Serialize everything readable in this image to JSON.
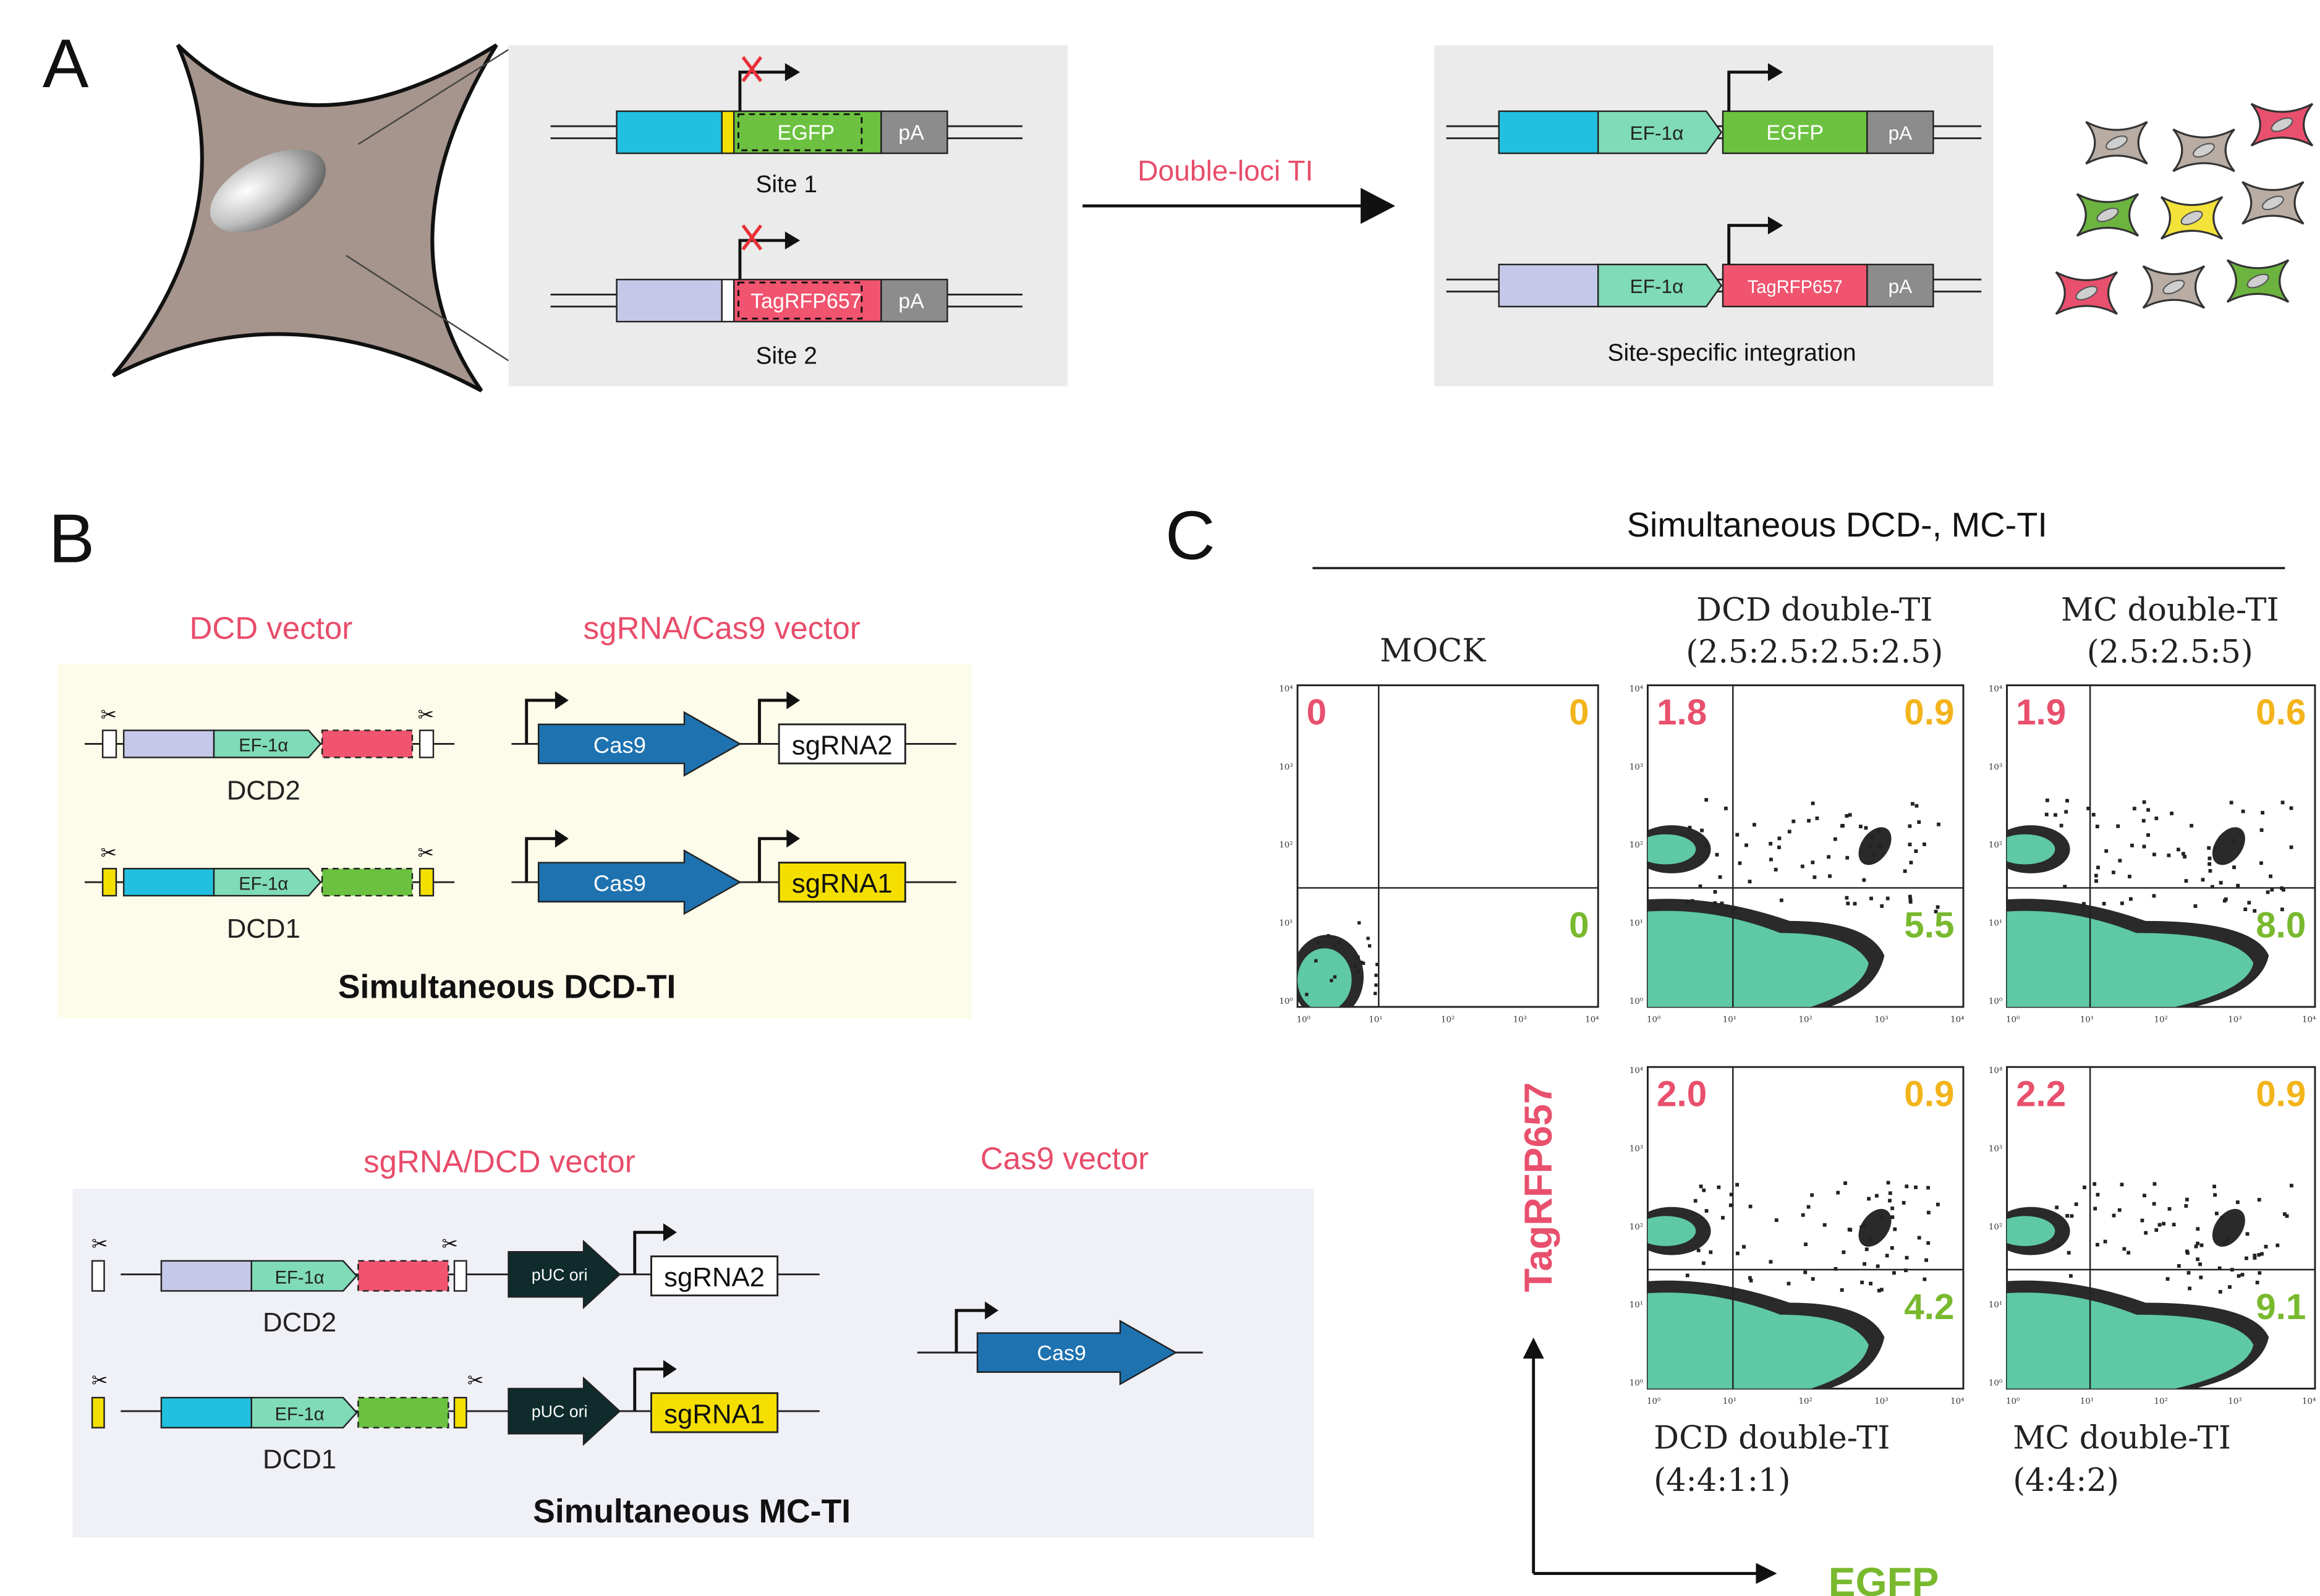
{
  "panel_labels": {
    "a": "A",
    "b": "B",
    "c": "C"
  },
  "panel_a": {
    "site1": {
      "egfp": "EGFP",
      "pa": "pA",
      "label": "Site 1"
    },
    "site2": {
      "reporter": "TagRFP657",
      "pa": "pA",
      "label": "Site 2"
    },
    "arrow_label": "Double-loci TI",
    "result": {
      "ef1a": "EF-1α",
      "egfp": "EGFP",
      "reporter": "TagRFP657",
      "pa": "pA",
      "caption": "Site-specific integration"
    }
  },
  "panel_b": {
    "top": {
      "dcd_vector_label": "DCD vector",
      "sgrna_cas9_vector_label": "sgRNA/Cas9 vector",
      "ef1a": "EF-1α",
      "dcd2": "DCD2",
      "dcd1": "DCD1",
      "cas9": "Cas9",
      "sgrna2": "sgRNA2",
      "sgrna1": "sgRNA1",
      "title": "Simultaneous DCD-TI"
    },
    "bottom": {
      "sgrna_dcd_vector_label": "sgRNA/DCD vector",
      "cas9_vector_label": "Cas9 vector",
      "ef1a": "EF-1α",
      "puc": "pUC ori",
      "dcd2": "DCD2",
      "dcd1": "DCD1",
      "sgrna2": "sgRNA2",
      "sgrna1": "sgRNA1",
      "cas9": "Cas9",
      "title": "Simultaneous MC-TI"
    }
  },
  "panel_c": {
    "header": "Simultaneous DCD-, MC-TI",
    "y_axis": "TagRFP657",
    "x_axis": "EGFP",
    "tick_labels": [
      "10⁰",
      "10¹",
      "10²",
      "10³",
      "10⁴"
    ],
    "quadrant_colors": {
      "ul": "#e8506d",
      "ur": "#f3b41b",
      "lr": "#79b92e"
    },
    "plots": [
      {
        "title": "MOCK",
        "subtitle": "",
        "ul": "0",
        "ur": "0",
        "lr": "0"
      },
      {
        "title": "DCD double-TI",
        "subtitle": "(2.5:2.5:2.5:2.5)",
        "ul": "1.8",
        "ur": "0.9",
        "lr": "5.5"
      },
      {
        "title": "MC double-TI",
        "subtitle": "(2.5:2.5:5)",
        "ul": "1.9",
        "ur": "0.6",
        "lr": "8.0"
      },
      {
        "title": "DCD double-TI",
        "subtitle": "(4:4:1:1)",
        "ul": "2.0",
        "ur": "0.9",
        "lr": "4.2"
      },
      {
        "title": "MC double-TI",
        "subtitle": "(4:4:2)",
        "ul": "2.2",
        "ur": "0.9",
        "lr": "9.1"
      }
    ]
  }
}
